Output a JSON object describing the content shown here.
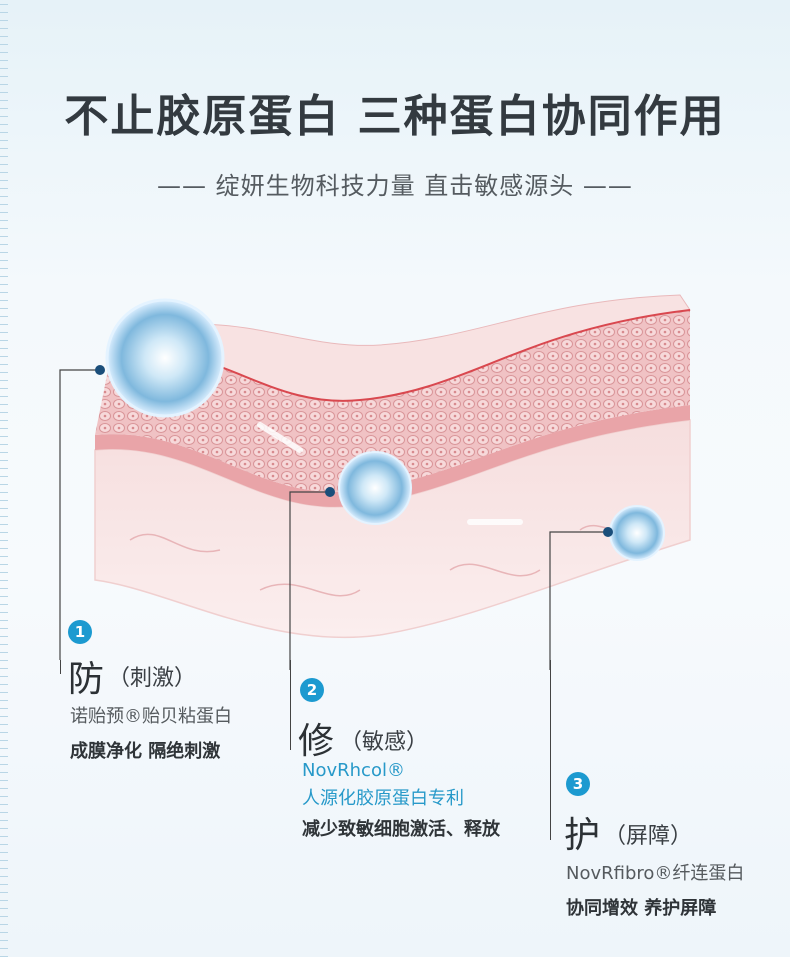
{
  "header": {
    "title": "不止胶原蛋白 三种蛋白协同作用",
    "subtitle": "—— 绽妍生物科技力量 直击敏感源头 ——"
  },
  "items": [
    {
      "number": "1",
      "heading": "防",
      "paren": "（刺激）",
      "line1": "诺贻预®贻贝粘蛋白",
      "line2": "成膜净化 隔绝刺激"
    },
    {
      "number": "2",
      "heading": "修",
      "paren": "（敏感）",
      "brand": "NovRhcol®",
      "line1": "人源化胶原蛋白专利",
      "line2": "减少致敏细胞激活、释放"
    },
    {
      "number": "3",
      "heading": "护",
      "paren": "（屏障）",
      "line1": "NovRfibro®纤连蛋白",
      "line2": "协同增效 养护屏障"
    }
  ],
  "colors": {
    "accent": "#1c9ad0",
    "skin": "#f2c9c9",
    "text": "#333a40"
  }
}
